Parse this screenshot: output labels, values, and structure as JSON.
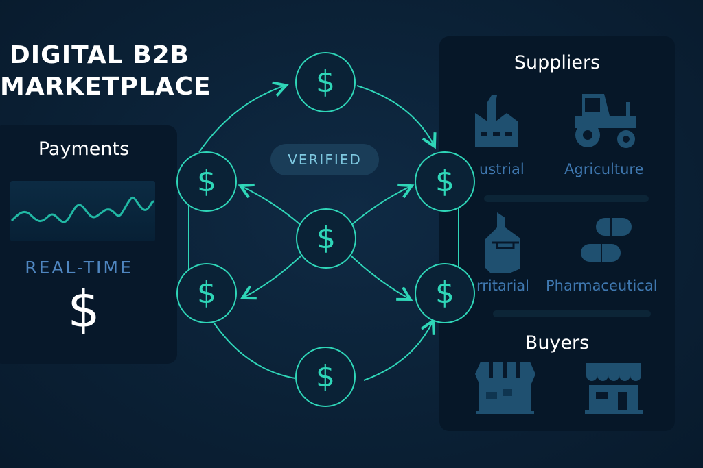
{
  "title": {
    "line1": "DIGITAL B2B",
    "line2": "MARKETPLACE"
  },
  "payments": {
    "heading": "Payments",
    "realtime_label": "REAL-TIME",
    "currency_symbol": "$"
  },
  "network": {
    "badge": "VERIFIED",
    "node_symbol": "$"
  },
  "suppliers": {
    "heading": "Suppliers",
    "categories": [
      {
        "label": "ustrial",
        "icon": "factory-icon"
      },
      {
        "label": "Agriculture",
        "icon": "tractor-icon"
      },
      {
        "label": "rritarial",
        "icon": "bottle-icon"
      },
      {
        "label": "Pharmaceutical",
        "icon": "pills-icon"
      }
    ]
  },
  "buyers": {
    "heading": "Buyers",
    "icons": [
      "market-stall-icon",
      "storefront-icon"
    ]
  },
  "colors": {
    "accent": "#2fd6b8",
    "icon": "#1f5070",
    "label": "#3f78b0"
  }
}
